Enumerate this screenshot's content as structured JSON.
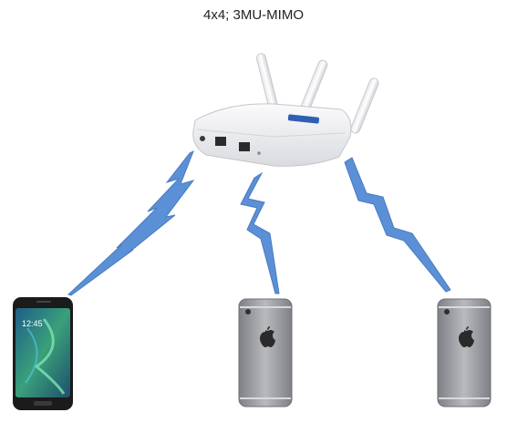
{
  "diagram": {
    "caption": "4x4; 3MU-MIMO",
    "nodes": [
      {
        "id": "access-point",
        "kind": "wireless router",
        "antennas": 3
      },
      {
        "id": "android-phone",
        "kind": "smartphone",
        "screen_time": "12:45"
      },
      {
        "id": "iphone-middle",
        "kind": "smartphone"
      },
      {
        "id": "iphone-right",
        "kind": "smartphone"
      }
    ],
    "links": [
      {
        "from": "access-point",
        "to": "android-phone",
        "style": "lightning"
      },
      {
        "from": "access-point",
        "to": "iphone-middle",
        "style": "lightning"
      },
      {
        "from": "access-point",
        "to": "iphone-right",
        "style": "lightning"
      }
    ],
    "colors": {
      "link_fill": "#5b8fd6",
      "router_body": "#f2f3f5",
      "iphone_body": "#9a9ca0",
      "android_screen": "#2a7a5a"
    }
  }
}
